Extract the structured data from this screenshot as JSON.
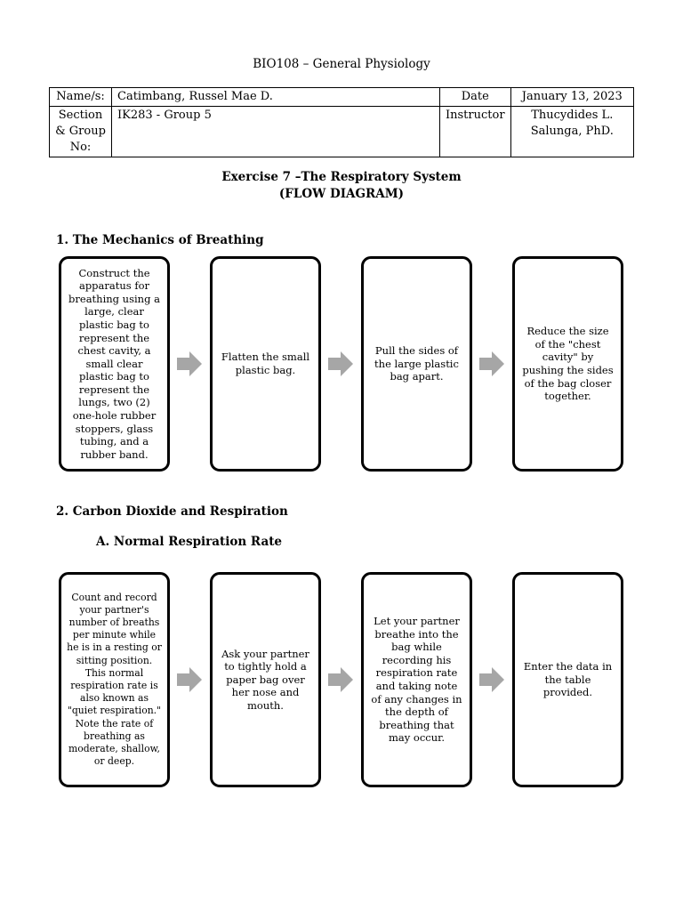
{
  "header": {
    "course": "BIO108 – General Physiology"
  },
  "info_table": {
    "name_label": "Name/s:",
    "name_value": "Catimbang, Russel Mae D.",
    "date_label": "Date",
    "date_value": "January 13, 2023",
    "section_label": "Section & Group No:",
    "section_value": "IK283 - Group 5",
    "instructor_label": "Instructor",
    "instructor_value": "Thucydides L. Salunga, PhD."
  },
  "exercise": {
    "title": "Exercise 7 –The Respiratory System",
    "subtitle": "(FLOW DIAGRAM)"
  },
  "section1": {
    "heading": "1. The Mechanics of Breathing",
    "steps": [
      "Construct the apparatus for breathing using a large, clear plastic bag to represent the chest cavity, a small clear plastic bag to represent the lungs, two (2) one-hole rubber stoppers, glass tubing, and a rubber band.",
      "Flatten the small plastic bag.",
      "Pull the sides of the large plastic bag apart.",
      "Reduce the size of the \"chest cavity\" by pushing the sides of the bag closer together."
    ]
  },
  "section2": {
    "heading": "2. Carbon Dioxide and Respiration",
    "subheading": "A. Normal Respiration Rate",
    "steps": [
      "Count and record your partner's number of breaths per minute while he is in a resting or sitting position. This normal respiration rate is also known as \"quiet respiration.\" Note the rate of breathing as moderate, shallow, or deep.",
      "Ask your partner to tightly hold a paper bag over her nose and mouth.",
      "Let your partner breathe into the bag while recording his respiration rate and taking note of any changes in the depth of breathing that may occur.",
      "Enter the data in the table provided."
    ]
  },
  "colors": {
    "arrow": "#a6a6a6",
    "border": "#000000"
  }
}
